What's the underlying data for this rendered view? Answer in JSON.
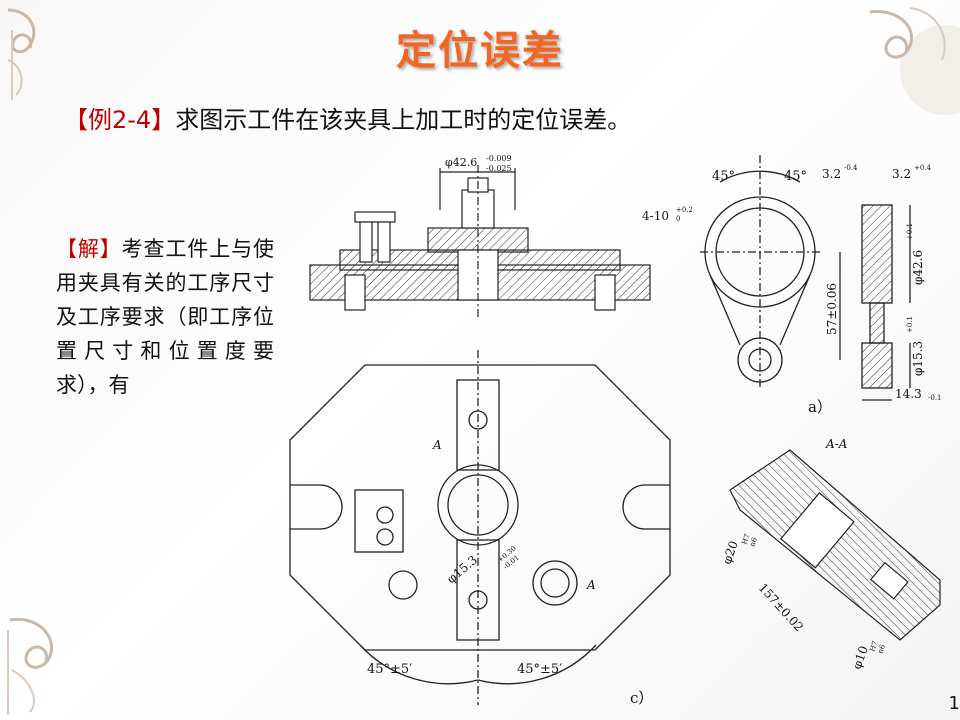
{
  "title": "定位误差",
  "problem": {
    "tag": "【例2-4】",
    "text": "求图示工件在该夹具上加工时的定位误差。"
  },
  "solution": {
    "tag": "【解】",
    "text": "考查工件上与使用夹具有关的工序尺寸及工序要求（即工序位置尺寸和位置度要求），有"
  },
  "figure_labels": {
    "dim_top": "φ42.6",
    "dim_top_tol_upper": "-0.009",
    "dim_top_tol_lower": "-0.025",
    "angle_a_left": "45°",
    "angle_a_right": "45°",
    "slot_dim": "4-10",
    "slot_tol_upper": "+0.2",
    "slot_tol_lower": "0",
    "width_left": "3.2",
    "width_left_tol": "-0.4",
    "width_right": "3.2",
    "width_right_tol": "+0.4",
    "dim_57": "57±0.06",
    "dim_42": "φ42.6",
    "dim_42_tol": "+0.1",
    "dim_15": "φ15.3",
    "dim_15_tol": "+0.1",
    "dim_14": "14.3",
    "dim_14_tol": "-0.1",
    "label_a": "a）",
    "section_label": "A-A",
    "dim_phi20": "φ20",
    "fit_h7": "H7",
    "fit_n6": "n6",
    "dim_157": "157±0.02",
    "dim_phi10": "φ10",
    "angle_c_left": "45°±5′",
    "angle_c_right": "45°±5′",
    "dim_c_15": "φ15.3",
    "dim_c_15_tol_upper": "+0.30",
    "dim_c_15_tol_lower": "-0.01",
    "section_mark": "A",
    "label_c": "c）"
  },
  "page_number": "1"
}
